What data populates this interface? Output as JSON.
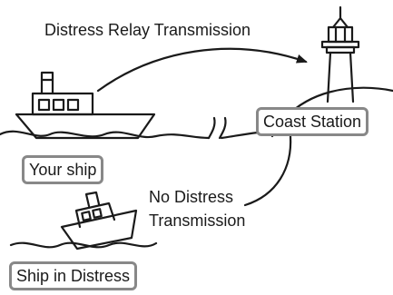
{
  "labels": {
    "relay_transmission": "Distress Relay Transmission",
    "no_distress_line1": "No Distress",
    "no_distress_line2": "Transmission"
  },
  "boxes": {
    "your_ship": "Your ship",
    "coast_station": "Coast Station",
    "ship_in_distress": "Ship in Distress"
  },
  "colors": {
    "line": "#1a1a1a",
    "box_border": "#888888"
  }
}
